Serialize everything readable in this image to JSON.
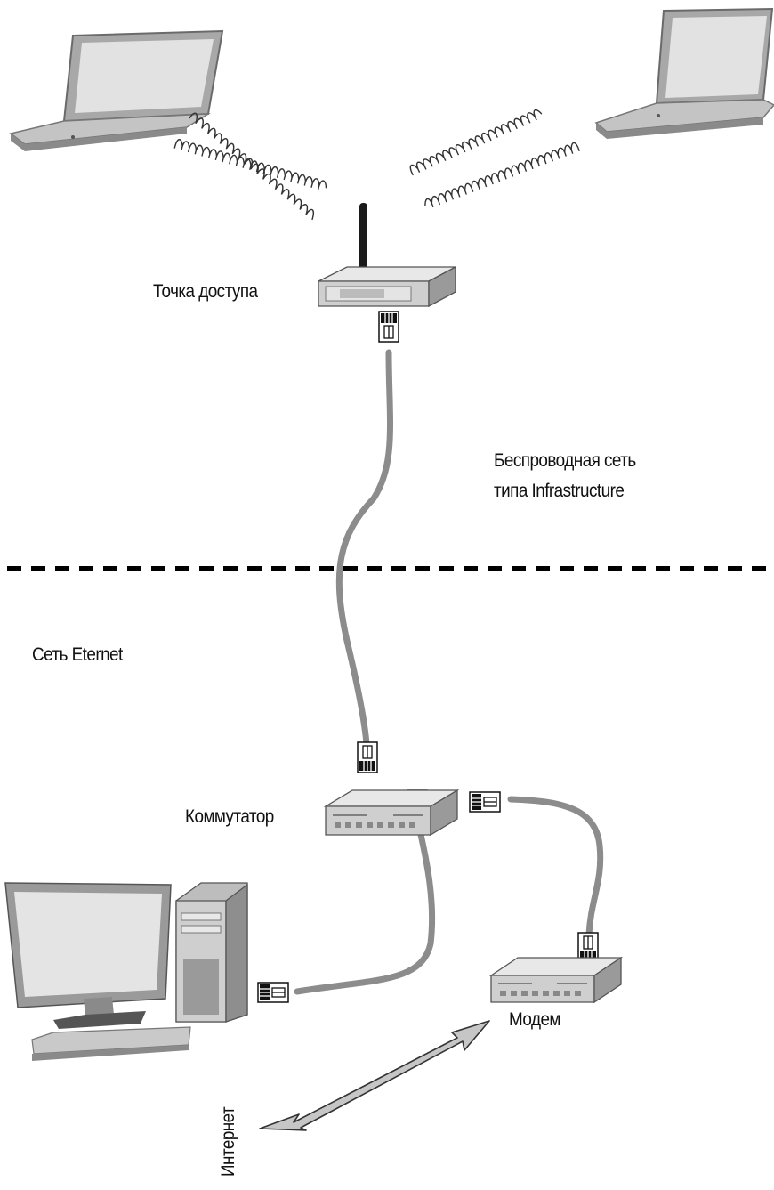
{
  "labels": {
    "access_point": "Точка доступа",
    "wireless_network_line1": "Беспроводная сеть",
    "wireless_network_line2": "типа Infrastructure",
    "ethernet_network": "Сеть Eternet",
    "switch": "Коммутатор",
    "modem": "Модем",
    "internet": "Интернет"
  },
  "icons": {
    "laptop_left": "laptop-icon",
    "laptop_right": "laptop-icon",
    "access_point": "wireless-access-point-icon",
    "switch": "network-switch-icon",
    "modem": "modem-icon",
    "desktop": "desktop-computer-icon",
    "connector": "rj45-connector-icon",
    "internet_link": "double-arrow-icon"
  },
  "colors": {
    "device_top": "#e6e6e6",
    "device_front": "#c9c9c9",
    "device_side": "#9a9a9a",
    "cable": "#8c8c8c",
    "outline": "#222222",
    "divider": "#000000"
  }
}
